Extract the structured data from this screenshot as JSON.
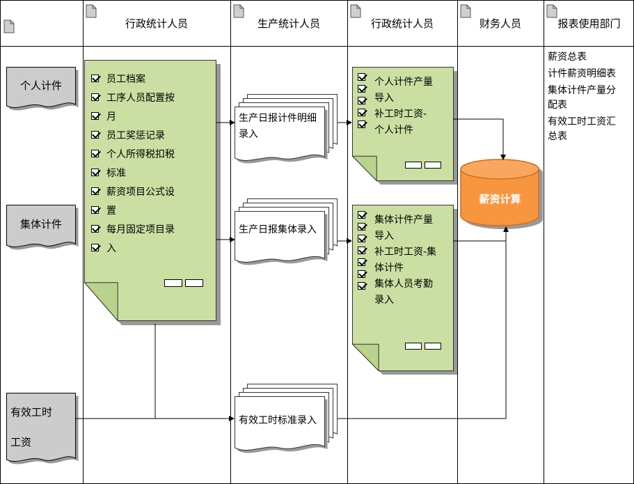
{
  "header": {
    "col1": "",
    "col2": "行政统计人员",
    "col3": "生产统计人员",
    "col4": "行政统计人员",
    "col5": "财务人员",
    "col6": "报表使用部门"
  },
  "row_labels": {
    "personal": "个人计件",
    "collective": "集体计件",
    "effective_line1": "有效工时",
    "effective_line2": "工资"
  },
  "master_data_note": {
    "lines": [
      "员工档案",
      "工序人员配置按",
      "月",
      "员工奖惩记录",
      "个人所得税扣税",
      "标准",
      "薪资项目公式设",
      "置",
      "每月固定项目录",
      "入"
    ]
  },
  "production_docs": {
    "piece_detail_line1": "生产日报计件明细",
    "piece_detail_line2": "录入",
    "collective_entry": "生产日报集体录入",
    "effective_hours_entry": "有效工时标准录入"
  },
  "personal_import_note": {
    "lines": [
      "个人计件产量",
      "导入",
      "补工时工资-",
      "个人计件"
    ]
  },
  "collective_import_note": {
    "lines": [
      "集体计件产量",
      "导入",
      "补工时工资-集",
      "体计件",
      "集体人员考勤",
      "录入"
    ]
  },
  "database": {
    "label": "薪资计算"
  },
  "reports": {
    "items": [
      {
        "line1": "薪资总表"
      },
      {
        "line1": "计件薪资明细表"
      },
      {
        "line1": "集体计件产量分",
        "line2": "配表"
      },
      {
        "line1": "有效工时工资汇",
        "line2": "总表"
      }
    ]
  },
  "colors": {
    "note_green": "#cbdfa2",
    "shape_gray": "#cccccc",
    "database_orange": "#f7963f",
    "shadow": "#999999"
  }
}
